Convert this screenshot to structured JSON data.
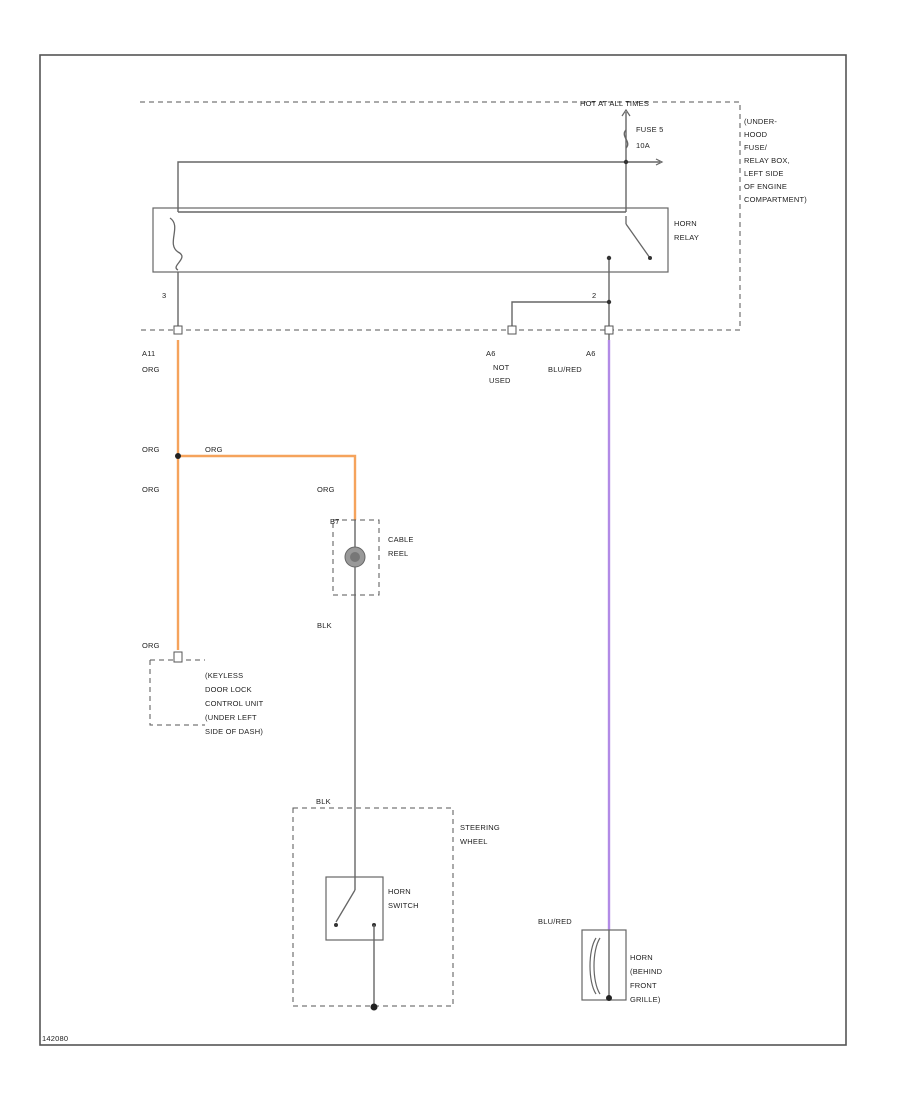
{
  "colors": {
    "wire_grey": "#666666",
    "wire_orange": "#f5a35c",
    "wire_violet": "#b28be6",
    "border": "#555555"
  },
  "fuse_box": {
    "hot_label": "HOT AT ALL TIMES",
    "fuse_label": "FUSE 5",
    "fuse_rating": "10A",
    "location_lines": [
      "(UNDER-",
      "HOOD",
      "FUSE/",
      "RELAY BOX,",
      "LEFT SIDE",
      "OF ENGINE",
      "COMPARTMENT)"
    ],
    "relay_lines": [
      "HORN",
      "RELAY"
    ],
    "pin_3": "3",
    "pin_2": "2"
  },
  "connectors": {
    "a11": "A11",
    "a6_left": "A6",
    "a6_right": "A6",
    "not_used_lines": [
      "NOT",
      "USED"
    ]
  },
  "wires": {
    "org_top": "ORG",
    "org_splice_left": "ORG",
    "org_splice_right": "ORG",
    "org_below_splice": "ORG",
    "org_to_cable_reel": "ORG",
    "org_to_keyless": "ORG",
    "blk_cable_reel": "BLK",
    "blu_red_top": "BLU/RED",
    "blu_red_horn": "BLU/RED"
  },
  "components": {
    "cable_reel_pin": "B7",
    "cable_reel_lines": [
      "CABLE",
      "REEL"
    ],
    "keyless_lines": [
      "(KEYLESS",
      "DOOR LOCK",
      "CONTROL UNIT",
      "(UNDER LEFT",
      "SIDE OF DASH)"
    ],
    "steering_pin": "BLK",
    "steering_lines": [
      "STEERING",
      "WHEEL"
    ],
    "horn_switch_lines": [
      "HORN",
      "SWITCH"
    ],
    "horn_lines": [
      "HORN",
      "(BEHIND",
      "FRONT",
      "GRILLE)"
    ]
  },
  "footer": {
    "id": "142080"
  }
}
